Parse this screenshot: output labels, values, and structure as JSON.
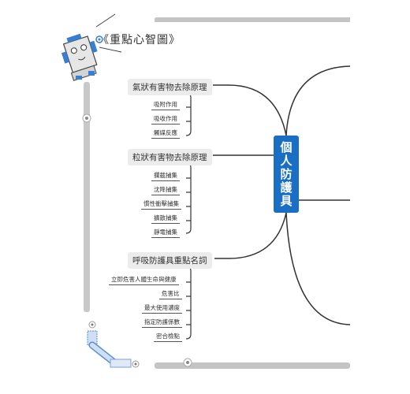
{
  "title": "《重點心智圖》",
  "center": {
    "label": "個人防護具"
  },
  "branches": [
    {
      "label": "氣狀有害物去除原理",
      "leaves": [
        "吸附作用",
        "吸收作用",
        "觸媒反應"
      ]
    },
    {
      "label": "粒狀有害物去除原理",
      "leaves": [
        "攔截捕集",
        "沈降捕集",
        "慣性衝擊捕集",
        "擴散捕集",
        "靜電捕集"
      ]
    },
    {
      "label": "呼吸防護具重點名詞",
      "leaves": [
        "立即危害人體生命與健康",
        "危害比",
        "最大使用濃度",
        "指定防護係數",
        "密合檢點"
      ]
    }
  ],
  "colors": {
    "center_fill": "#1a6fc4",
    "node_fill": "#ececec",
    "frame": "#b8b8b8",
    "robot_accent": "#3a7ecf"
  },
  "icons": [
    "robot-mascot-icon",
    "pencil-icon"
  ]
}
